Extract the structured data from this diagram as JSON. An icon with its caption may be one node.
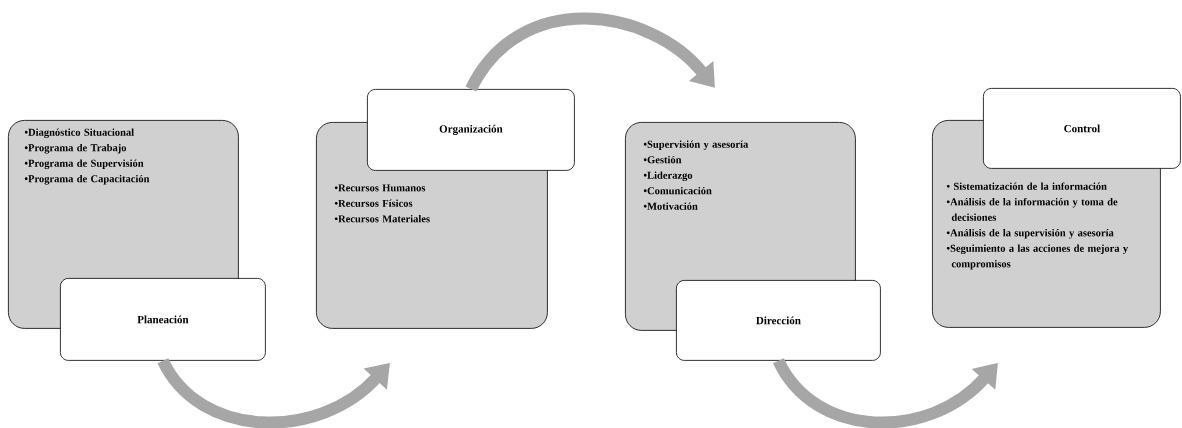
{
  "diagram": {
    "nodes": [
      {
        "text": [
          "•Diagnóstico Situacional",
          "•Programa de Trabajo",
          "•Programa de Supervisión",
          "•Programa de Capacitación"
        ]
      },
      {
        "text": [
          "Planeación"
        ]
      },
      {
        "text": [
          "Organización"
        ]
      },
      {
        "text": [
          "•Recursos Humanos",
          "•Recursos Físicos",
          "•Recursos Materiales"
        ]
      },
      {
        "text": [
          "•Supervisión y asesoría",
          "•Gestión",
          "•Liderazgo",
          "•Comunicación",
          "•Motivación"
        ]
      },
      {
        "text": [
          "Dirección"
        ]
      },
      {
        "text": [
          "Control"
        ]
      },
      {
        "text": [
          "• Sistematización de la información",
          "•Análisis de la información y toma de decisiones",
          "•Análisis de la supervisión y asesoría",
          "•Seguimiento a las acciones de mejora y compromisos"
        ]
      }
    ],
    "edges": [
      {
        "from": 1,
        "to": 3,
        "arrow": "to"
      },
      {
        "from": 2,
        "to": 4,
        "arrow": "to"
      },
      {
        "from": 5,
        "to": 7,
        "arrow": "to"
      }
    ]
  }
}
